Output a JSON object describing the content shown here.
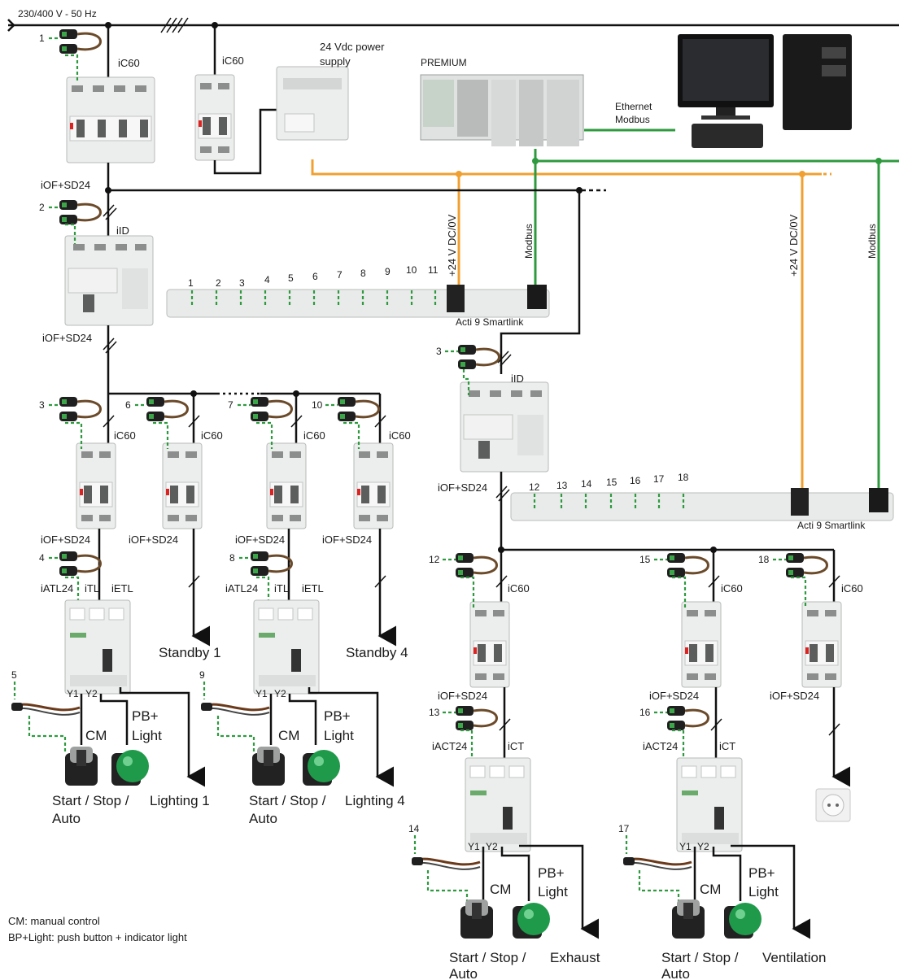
{
  "supply": "230/400 V - 50 Hz",
  "power_supply": [
    "24 Vdc power",
    "supply"
  ],
  "plc": "PREMIUM",
  "ethernet": [
    "Ethernet",
    "Modbus"
  ],
  "bus": {
    "dc": "+24 V DC/0V",
    "modbus": "Modbus"
  },
  "smartlink": "Acti 9 Smartlink",
  "devices": {
    "ic60": "iC60",
    "iid": "iID",
    "iof": "iOF+SD24",
    "iatl24": "iATL24",
    "itl": "iTL",
    "ietl": "iETL",
    "iact24": "iACT24",
    "ict": "iCT",
    "y1": "Y1",
    "y2": "Y2"
  },
  "loads": {
    "standby1": "Standby 1",
    "standby4": "Standby 4",
    "lighting1": "Lighting 1",
    "lighting4": "Lighting 4",
    "exhaust": "Exhaust",
    "ventilation": "Ventilation",
    "cm": "CM",
    "pb1": "PB+",
    "pb2": "Light",
    "start1": "Start / Stop /",
    "start2": "Auto"
  },
  "channels": [
    "1",
    "2",
    "3",
    "4",
    "5",
    "6",
    "7",
    "8",
    "9",
    "10",
    "11",
    "12",
    "13",
    "14",
    "15",
    "16",
    "17",
    "18"
  ],
  "legend": [
    "CM: manual control",
    "BP+Light: push button + indicator light"
  ],
  "colors": {
    "wire": "#111111",
    "modbus": "#2e9a3e",
    "dc24": "#f0a030"
  }
}
